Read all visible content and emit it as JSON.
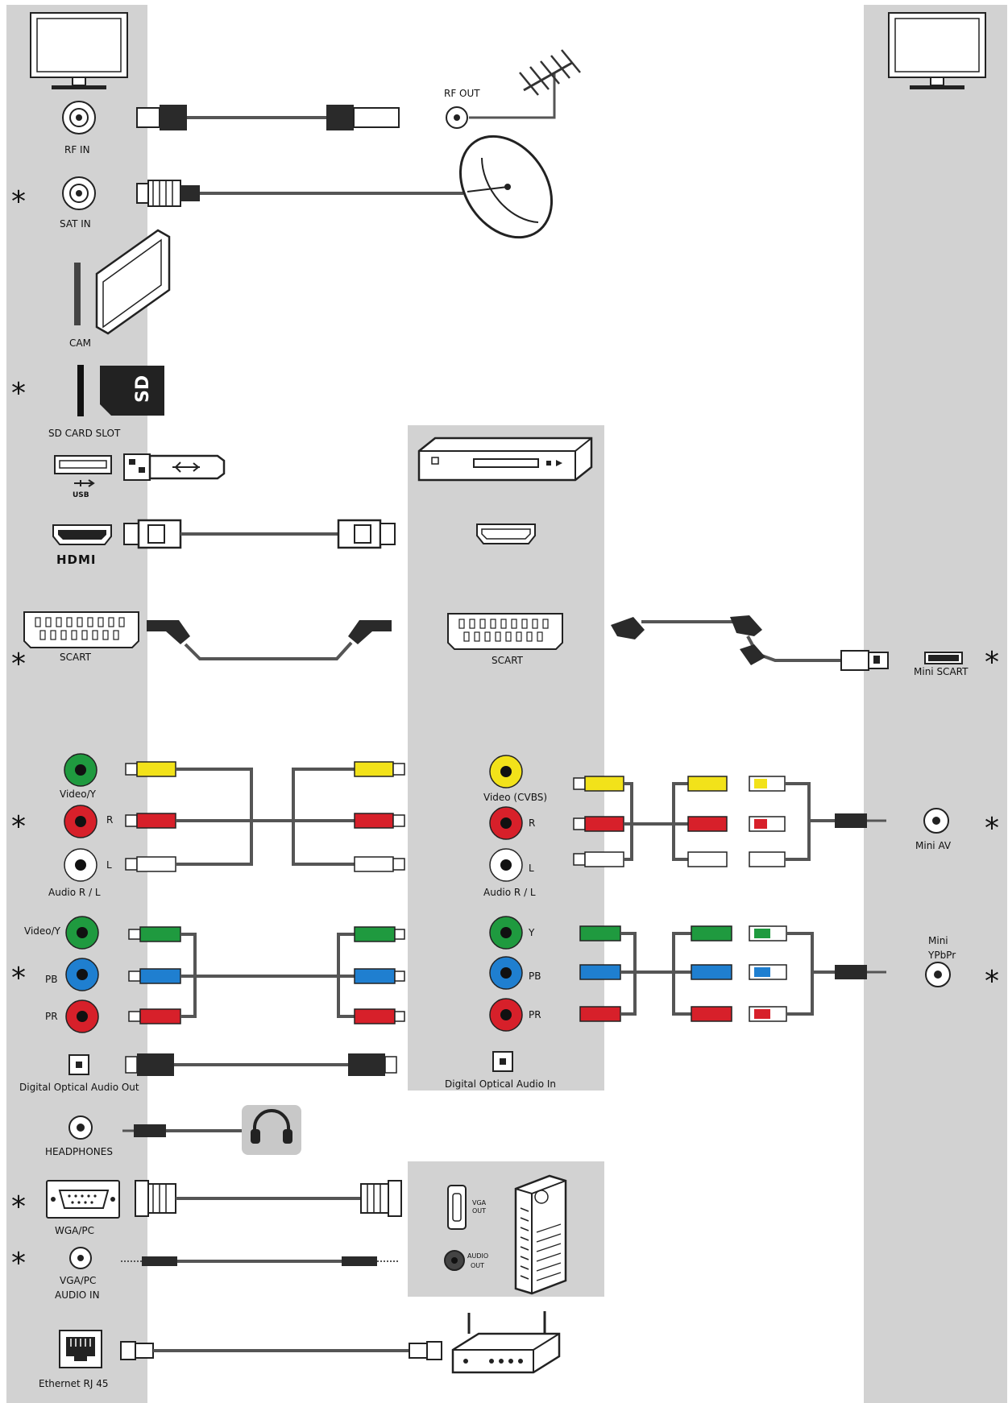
{
  "labels": {
    "rf_in": "RF IN",
    "rf_out": "RF OUT",
    "sat_in": "SAT IN",
    "cam": "CAM",
    "sd_card_slot": "SD CARD SLOT",
    "sd": "SD",
    "usb": "USB",
    "hdmi": "HDMI",
    "scart_left": "SCART",
    "scart_right": "SCART",
    "mini_scart": "Mini SCART",
    "video_y": "Video/Y",
    "r_left": "R",
    "l_left": "L",
    "audio_rl_left": "Audio R / L",
    "video_cvbs": "Video (CVBS)",
    "r_right": "R",
    "l_right": "L",
    "audio_rl_right": "Audio R / L",
    "mini_av": "Mini AV",
    "video_y_comp": "Video/Y",
    "pb_left": "PB",
    "pr_left": "PR",
    "y_right": "Y",
    "pb_right": "PB",
    "pr_right": "PR",
    "mini": "Mini",
    "ypbpr": "YPbPr",
    "optical_out": "Digital Optical Audio Out",
    "optical_in": "Digital Optical Audio In",
    "headphones": "HEADPHONES",
    "wga_pc": "WGA/PC",
    "vga_pc": "VGA/PC",
    "audio_in": "AUDIO IN",
    "vga": "VGA",
    "out": "OUT",
    "audio": "AUDIO",
    "audio_out": "OUT",
    "ethernet": "Ethernet RJ 45",
    "asterisk": "*"
  },
  "colors": {
    "panel": "#d2d2d2",
    "green": "#1f9a3f",
    "red": "#d7202a",
    "blue": "#1f7fd0",
    "yellow": "#f2e21a",
    "white": "#ffffff",
    "cable": "#555555"
  },
  "icons": [
    "tv-icon",
    "antenna-icon",
    "satellite-dish-icon",
    "cam-module-icon",
    "sd-card-icon",
    "usb-stick-icon",
    "dvd-player-icon",
    "headphones-icon",
    "pc-tower-icon",
    "router-icon"
  ]
}
